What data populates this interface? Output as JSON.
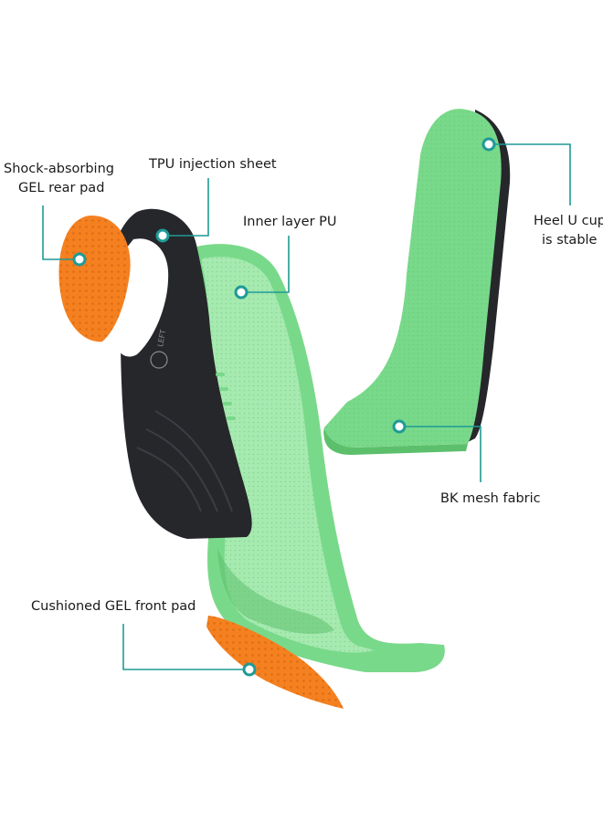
{
  "accent_color": "#1f9a96",
  "colors": {
    "green_layer": "#79d98a",
    "green_light": "#a6eab0",
    "black_shell": "#26272b",
    "orange_gel": "#f5801f"
  },
  "labels": {
    "rear_pad": {
      "line1": "Shock-absorbing",
      "line2": "GEL rear pad"
    },
    "tpu": "TPU injection sheet",
    "inner_pu": "Inner layer PU",
    "heel_cup": {
      "line1": "Heel U cup",
      "line2": "is stable"
    },
    "mesh": "BK mesh fabric",
    "front_pad": "Cushioned GEL front pad"
  },
  "shell_marking": "LEFT"
}
